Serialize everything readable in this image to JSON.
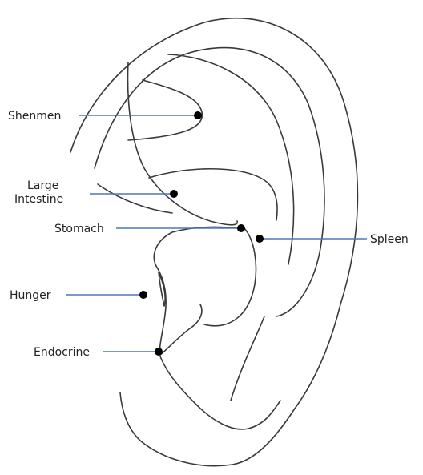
{
  "diagram": {
    "labels": {
      "shenmen": "Shenmen",
      "large_intestine_line1": "Large",
      "large_intestine_line2": "Intestine",
      "stomach": "Stomach",
      "spleen": "Spleen",
      "hunger": "Hunger",
      "endocrine": "Endocrine"
    },
    "colors": {
      "outline": "#3a3a3a",
      "leader_line": "#4f76b8",
      "point": "#000000",
      "text": "#222222",
      "background": "#ffffff"
    }
  }
}
